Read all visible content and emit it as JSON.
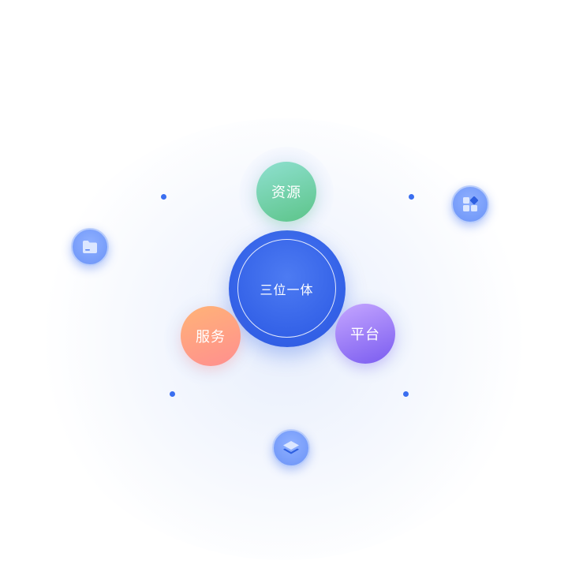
{
  "center": {
    "label": "三位一体"
  },
  "nodes": {
    "resource": {
      "label": "资源"
    },
    "service": {
      "label": "服务"
    },
    "platform": {
      "label": "平台"
    }
  },
  "icons": [
    "folder-icon",
    "apps-grid-icon",
    "layers-icon"
  ],
  "colors": {
    "core": "#3563e8",
    "resource": "#5cc489",
    "service": "#ff8f8f",
    "platform": "#7a5cf0",
    "dot": "#3a6ef0",
    "badge": "#6b93f7"
  }
}
